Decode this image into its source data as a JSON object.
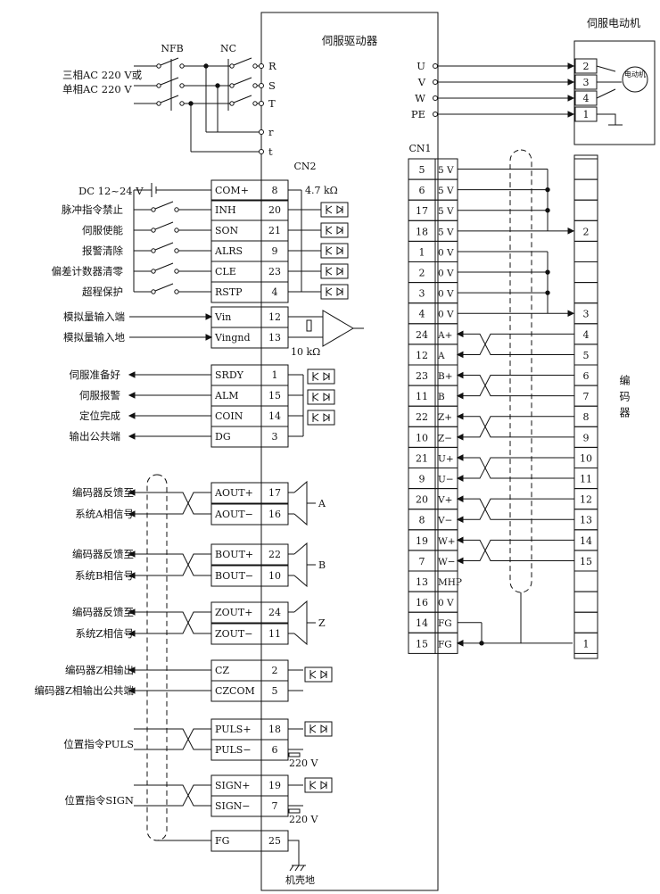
{
  "titles": {
    "driver": "伺服驱动器",
    "motor": "伺服电动机",
    "cn2": "CN2",
    "cn1": "CN1",
    "encoder": "编码器",
    "motor_symbol": "电动机",
    "chassis": "机壳地"
  },
  "power": {
    "supply_line1": "三相AC 220 V或",
    "supply_line2": "单相AC 220 V",
    "nfb": "NFB",
    "nc": "NC",
    "terminals": [
      "R",
      "S",
      "T",
      "r",
      "t"
    ]
  },
  "motor_terminals": [
    {
      "label": "U",
      "num": "2"
    },
    {
      "label": "V",
      "num": "3"
    },
    {
      "label": "W",
      "num": "4"
    },
    {
      "label": "PE",
      "num": "1"
    }
  ],
  "inputs": {
    "supply": "DC 12~24 V",
    "resistor": "4.7 kΩ",
    "rows": [
      {
        "desc": "",
        "name": "COM+",
        "pin": "8"
      },
      {
        "desc": "脉冲指令禁止",
        "name": "INH",
        "pin": "20"
      },
      {
        "desc": "伺服使能",
        "name": "SON",
        "pin": "21"
      },
      {
        "desc": "报警清除",
        "name": "ALRS",
        "pin": "9"
      },
      {
        "desc": "偏差计数器清零",
        "name": "CLE",
        "pin": "23"
      },
      {
        "desc": "超程保护",
        "name": "RSTP",
        "pin": "4"
      }
    ]
  },
  "analog": {
    "resistor": "10 kΩ",
    "rows": [
      {
        "desc": "模拟量输入端",
        "name": "Vin",
        "pin": "12"
      },
      {
        "desc": "模拟量输入地",
        "name": "Vingnd",
        "pin": "13"
      }
    ]
  },
  "outputs": [
    {
      "desc": "伺服准备好",
      "name": "SRDY",
      "pin": "1"
    },
    {
      "desc": "伺服报警",
      "name": "ALM",
      "pin": "15"
    },
    {
      "desc": "定位完成",
      "name": "COIN",
      "pin": "14"
    },
    {
      "desc": "输出公共端",
      "name": "DG",
      "pin": "3"
    }
  ],
  "enc_out": [
    {
      "desc1": "编码器反馈至",
      "desc2": "系统A相信号",
      "n1": "AOUT+",
      "p1": "17",
      "n2": "AOUT−",
      "p2": "16",
      "phase": "A"
    },
    {
      "desc1": "编码器反馈至",
      "desc2": "系统B相信号",
      "n1": "BOUT+",
      "p1": "22",
      "n2": "BOUT−",
      "p2": "10",
      "phase": "B"
    },
    {
      "desc1": "编码器反馈至",
      "desc2": "系统Z相信号",
      "n1": "ZOUT+",
      "p1": "24",
      "n2": "ZOUT−",
      "p2": "11",
      "phase": "Z"
    }
  ],
  "cz": {
    "desc1": "编码器Z相输出",
    "desc2": "编码器Z相输出公共端",
    "n1": "CZ",
    "p1": "2",
    "n2": "CZCOM",
    "p2": "5"
  },
  "pulses": [
    {
      "desc": "位置指令PULS",
      "n1": "PULS+",
      "p1": "18",
      "n2": "PULS−",
      "p2": "6",
      "r": "220 V"
    },
    {
      "desc": "位置指令SIGN",
      "n1": "SIGN+",
      "p1": "19",
      "n2": "SIGN−",
      "p2": "7",
      "r": "220 V"
    }
  ],
  "fg": {
    "name": "FG",
    "pin": "25"
  },
  "cn1": [
    {
      "pin": "5",
      "name": "5 V"
    },
    {
      "pin": "6",
      "name": "5 V"
    },
    {
      "pin": "17",
      "name": "5 V"
    },
    {
      "pin": "18",
      "name": "5 V"
    },
    {
      "pin": "1",
      "name": "0 V"
    },
    {
      "pin": "2",
      "name": "0 V"
    },
    {
      "pin": "3",
      "name": "0 V"
    },
    {
      "pin": "4",
      "name": "0 V"
    },
    {
      "pin": "24",
      "name": "A+"
    },
    {
      "pin": "12",
      "name": "A"
    },
    {
      "pin": "23",
      "name": "B+"
    },
    {
      "pin": "11",
      "name": "B"
    },
    {
      "pin": "22",
      "name": "Z+"
    },
    {
      "pin": "10",
      "name": "Z−"
    },
    {
      "pin": "21",
      "name": "U+"
    },
    {
      "pin": "9",
      "name": "U−"
    },
    {
      "pin": "20",
      "name": "V+"
    },
    {
      "pin": "8",
      "name": "V−"
    },
    {
      "pin": "19",
      "name": "W+"
    },
    {
      "pin": "7",
      "name": "W−"
    },
    {
      "pin": "13",
      "name": "MHP"
    },
    {
      "pin": "16",
      "name": "0 V"
    },
    {
      "pin": "14",
      "name": "FG"
    },
    {
      "pin": "15",
      "name": "FG"
    }
  ],
  "encoder_pins": [
    "",
    "",
    "",
    "2",
    "",
    "",
    "",
    "3",
    "4",
    "5",
    "6",
    "7",
    "8",
    "9",
    "10",
    "11",
    "12",
    "13",
    "14",
    "15",
    "",
    "",
    "",
    "1"
  ]
}
